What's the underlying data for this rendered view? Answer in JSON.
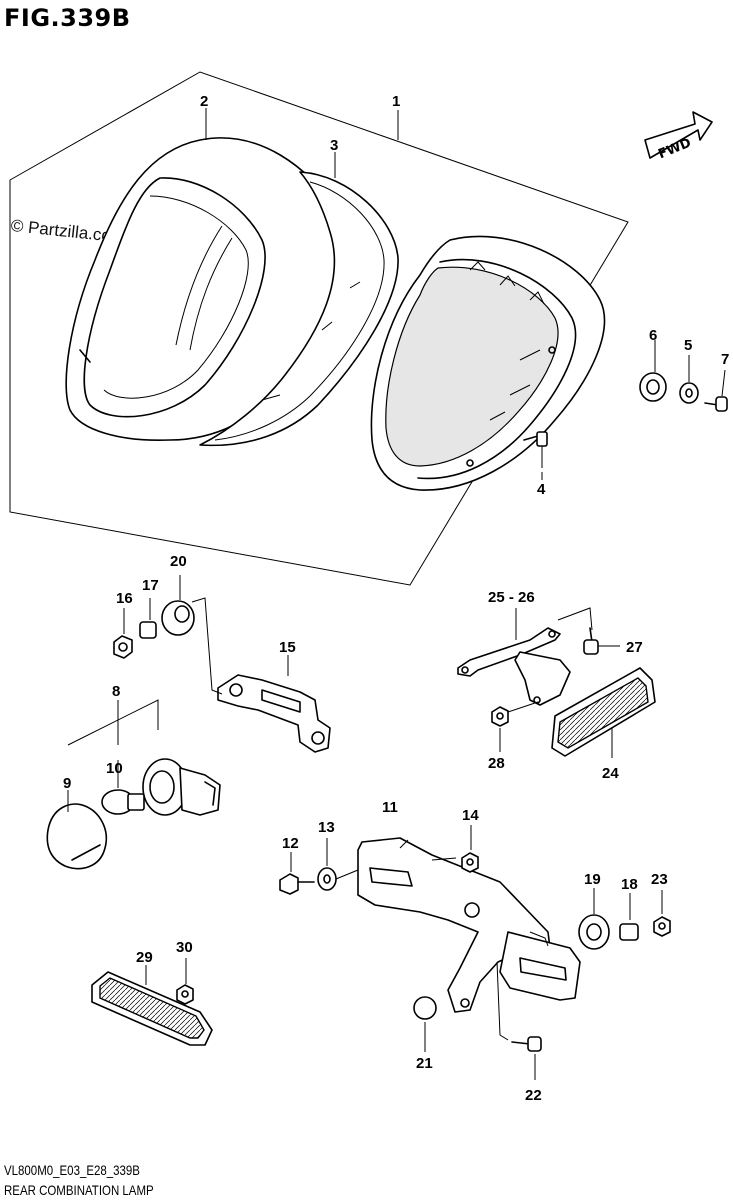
{
  "figure": {
    "title": "FIG.339B",
    "code": "VL800M0_E03_E28_339B",
    "name": "REAR COMBINATION LAMP",
    "watermark": "© Partzilla.com",
    "direction_label": "FWD"
  },
  "callouts": [
    {
      "id": "1",
      "label": "1"
    },
    {
      "id": "2",
      "label": "2"
    },
    {
      "id": "3",
      "label": "3"
    },
    {
      "id": "4",
      "label": "4"
    },
    {
      "id": "5",
      "label": "5"
    },
    {
      "id": "6",
      "label": "6"
    },
    {
      "id": "7",
      "label": "7"
    },
    {
      "id": "8",
      "label": "8"
    },
    {
      "id": "9",
      "label": "9"
    },
    {
      "id": "10",
      "label": "10"
    },
    {
      "id": "11",
      "label": "11"
    },
    {
      "id": "12",
      "label": "12"
    },
    {
      "id": "13",
      "label": "13"
    },
    {
      "id": "14",
      "label": "14"
    },
    {
      "id": "15",
      "label": "15"
    },
    {
      "id": "16",
      "label": "16"
    },
    {
      "id": "17",
      "label": "17"
    },
    {
      "id": "18",
      "label": "18"
    },
    {
      "id": "19",
      "label": "19"
    },
    {
      "id": "20",
      "label": "20"
    },
    {
      "id": "21",
      "label": "21"
    },
    {
      "id": "22",
      "label": "22"
    },
    {
      "id": "23",
      "label": "23"
    },
    {
      "id": "24",
      "label": "24"
    },
    {
      "id": "25-26",
      "label": "25 - 26"
    },
    {
      "id": "27",
      "label": "27"
    },
    {
      "id": "28",
      "label": "28"
    },
    {
      "id": "29",
      "label": "29"
    },
    {
      "id": "30",
      "label": "30"
    }
  ]
}
